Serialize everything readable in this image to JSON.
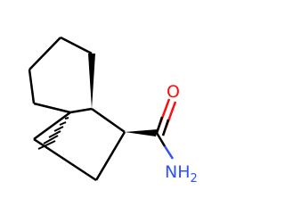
{
  "molecule": {
    "atoms": {
      "oxygen": {
        "symbol": "O",
        "color": "#ff0d0d"
      },
      "nitrogen": {
        "symbol": "NH",
        "subscript": "2",
        "color": "#3050f8"
      }
    },
    "bond_color": "#000000",
    "stereo": [
      "wedge-bold",
      "wedge-bold",
      "wedge-hashed"
    ]
  }
}
